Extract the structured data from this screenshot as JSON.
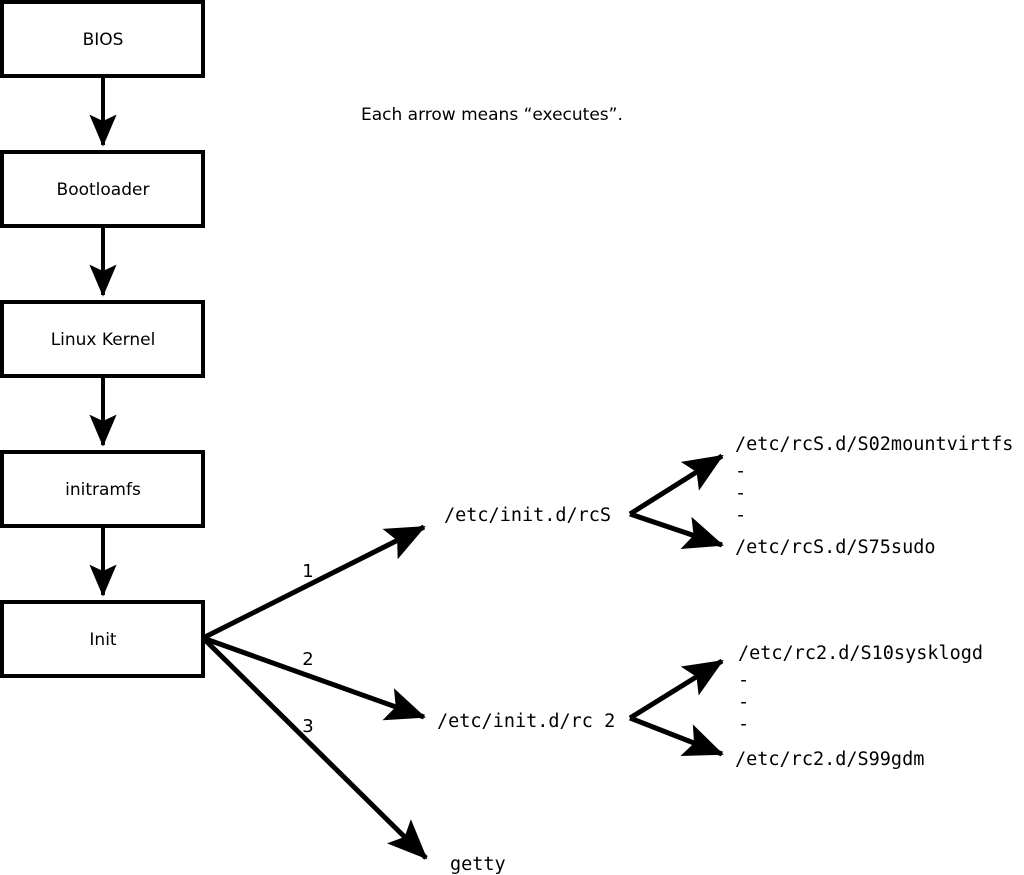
{
  "diagram": {
    "caption": "Each arrow means “executes”.",
    "stages": [
      {
        "label": "BIOS"
      },
      {
        "label": "Bootloader"
      },
      {
        "label": "Linux Kernel"
      },
      {
        "label": "initramfs"
      },
      {
        "label": "Init"
      }
    ],
    "branches": [
      {
        "number": "1",
        "target": "/etc/init.d/rcS"
      },
      {
        "number": "2",
        "target": "/etc/init.d/rc 2"
      },
      {
        "number": "3",
        "target": "getty"
      }
    ],
    "rcs_scripts": {
      "first": "/etc/rcS.d/S02mountvirtfs",
      "last": "/etc/rcS.d/S75sudo",
      "ellipsis": [
        "-",
        "-",
        "-"
      ]
    },
    "rc2_scripts": {
      "first": "/etc/rc2.d/S10sysklogd",
      "last": "/etc/rc2.d/S99gdm",
      "ellipsis": [
        "-",
        "-",
        "-"
      ]
    },
    "colors": {
      "stroke": "#000000",
      "background": "#ffffff",
      "text": "#000000"
    }
  }
}
